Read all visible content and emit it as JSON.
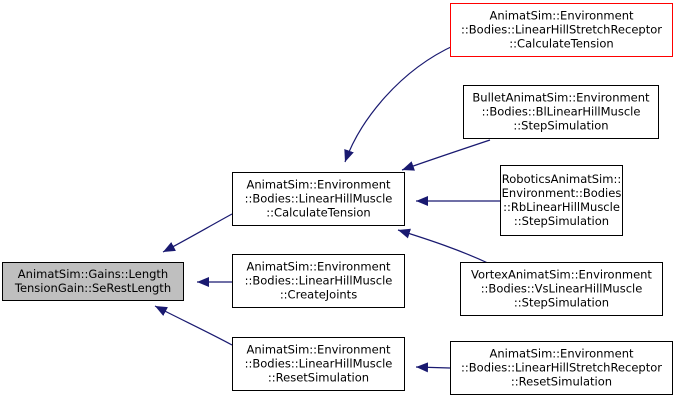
{
  "colors": {
    "edge": "#191970",
    "border": "#000000",
    "highlight_border": "#ff0000",
    "root_fill": "#bfbfbf",
    "node_fill": "#ffffff"
  },
  "nodes": [
    {
      "id": "root",
      "lines": [
        "AnimatSim::Gains::Length",
        "TensionGain::SeRestLength"
      ]
    },
    {
      "id": "calc",
      "lines": [
        "AnimatSim::Environment",
        "::Bodies::LinearHillMuscle",
        "::CalculateTension"
      ]
    },
    {
      "id": "joints",
      "lines": [
        "AnimatSim::Environment",
        "::Bodies::LinearHillMuscle",
        "::CreateJoints"
      ]
    },
    {
      "id": "reset",
      "lines": [
        "AnimatSim::Environment",
        "::Bodies::LinearHillMuscle",
        "::ResetSimulation"
      ]
    },
    {
      "id": "stretch-calc",
      "lines": [
        "AnimatSim::Environment",
        "::Bodies::LinearHillStretchReceptor",
        "::CalculateTension"
      ]
    },
    {
      "id": "bullet",
      "lines": [
        "BulletAnimatSim::Environment",
        "::Bodies::BlLinearHillMuscle",
        "::StepSimulation"
      ]
    },
    {
      "id": "robotics",
      "lines": [
        "RoboticsAnimatSim::",
        "Environment::Bodies",
        "::RbLinearHillMuscle",
        "::StepSimulation"
      ]
    },
    {
      "id": "vortex",
      "lines": [
        "VortexAnimatSim::Environment",
        "::Bodies::VsLinearHillMuscle",
        "::StepSimulation"
      ]
    },
    {
      "id": "stretch-reset",
      "lines": [
        "AnimatSim::Environment",
        "::Bodies::LinearHillStretchReceptor",
        "::ResetSimulation"
      ]
    }
  ],
  "edges": [
    {
      "from": "calc",
      "to": "root"
    },
    {
      "from": "joints",
      "to": "root"
    },
    {
      "from": "reset",
      "to": "root"
    },
    {
      "from": "stretch-calc",
      "to": "calc"
    },
    {
      "from": "bullet",
      "to": "calc"
    },
    {
      "from": "robotics",
      "to": "calc"
    },
    {
      "from": "vortex",
      "to": "calc"
    },
    {
      "from": "stretch-reset",
      "to": "reset"
    }
  ]
}
